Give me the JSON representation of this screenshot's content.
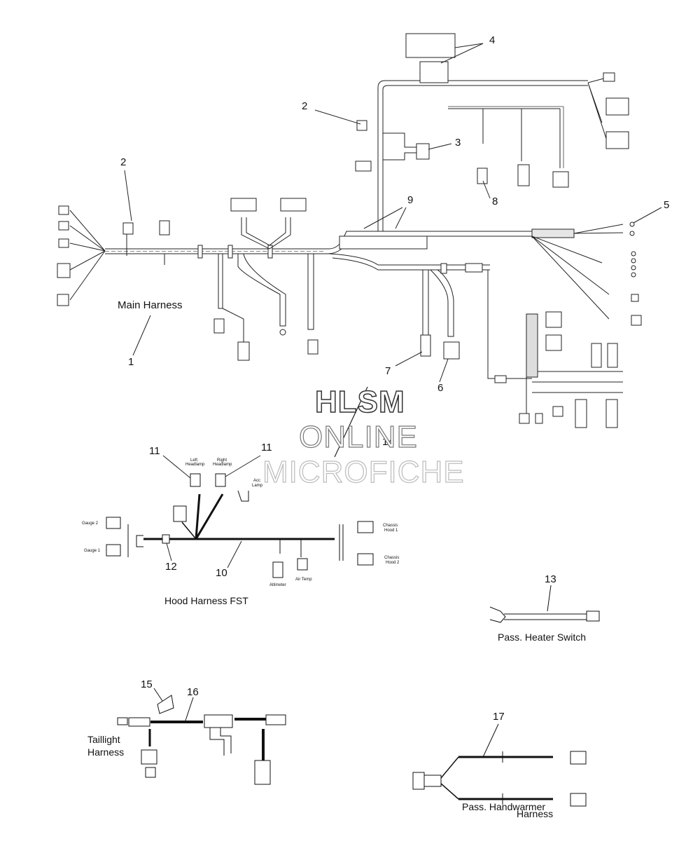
{
  "callouts": {
    "c1": "1",
    "c2a": "2",
    "c2b": "2",
    "c3": "3",
    "c4": "4",
    "c5": "5",
    "c6": "6",
    "c7": "7",
    "c8": "8",
    "c9": "9",
    "c10": "10",
    "c11a": "11",
    "c11b": "11",
    "c12": "12",
    "c13": "13",
    "c14": "14",
    "c15": "15",
    "c16": "16",
    "c17": "17"
  },
  "titles": {
    "main": "Main Harness",
    "hood": "Hood Harness FST",
    "heater": "Pass. Heater Switch",
    "taillight_1": "Taillight",
    "taillight_2": "Harness",
    "handwarmer_1": "Pass. Handwarmer",
    "handwarmer_2": "Harness"
  },
  "hood_labels": {
    "left_headlamp_1": "Left",
    "left_headlamp_2": "Headlamp",
    "right_headlamp_1": "Right",
    "right_headlamp_2": "Headlamp",
    "acc_lamp_1": "Acc",
    "acc_lamp_2": "Lamp",
    "gauge2": "Gauge 2",
    "gauge1": "Gauge 1",
    "chassis_hood1_1": "Chassis",
    "chassis_hood1_2": "Hood 1",
    "chassis_hood2_1": "Chassis",
    "chassis_hood2_2": "Hood 2",
    "altimeter": "Altimeter",
    "air_temp": "Air Temp"
  },
  "watermark": {
    "line1": "HLSM",
    "line2": "ONLINE",
    "line3": "MICROFICHE"
  },
  "colors": {
    "line": "#222222",
    "harness_fill": "#e6e6e6",
    "watermark_stroke": "#333333"
  }
}
